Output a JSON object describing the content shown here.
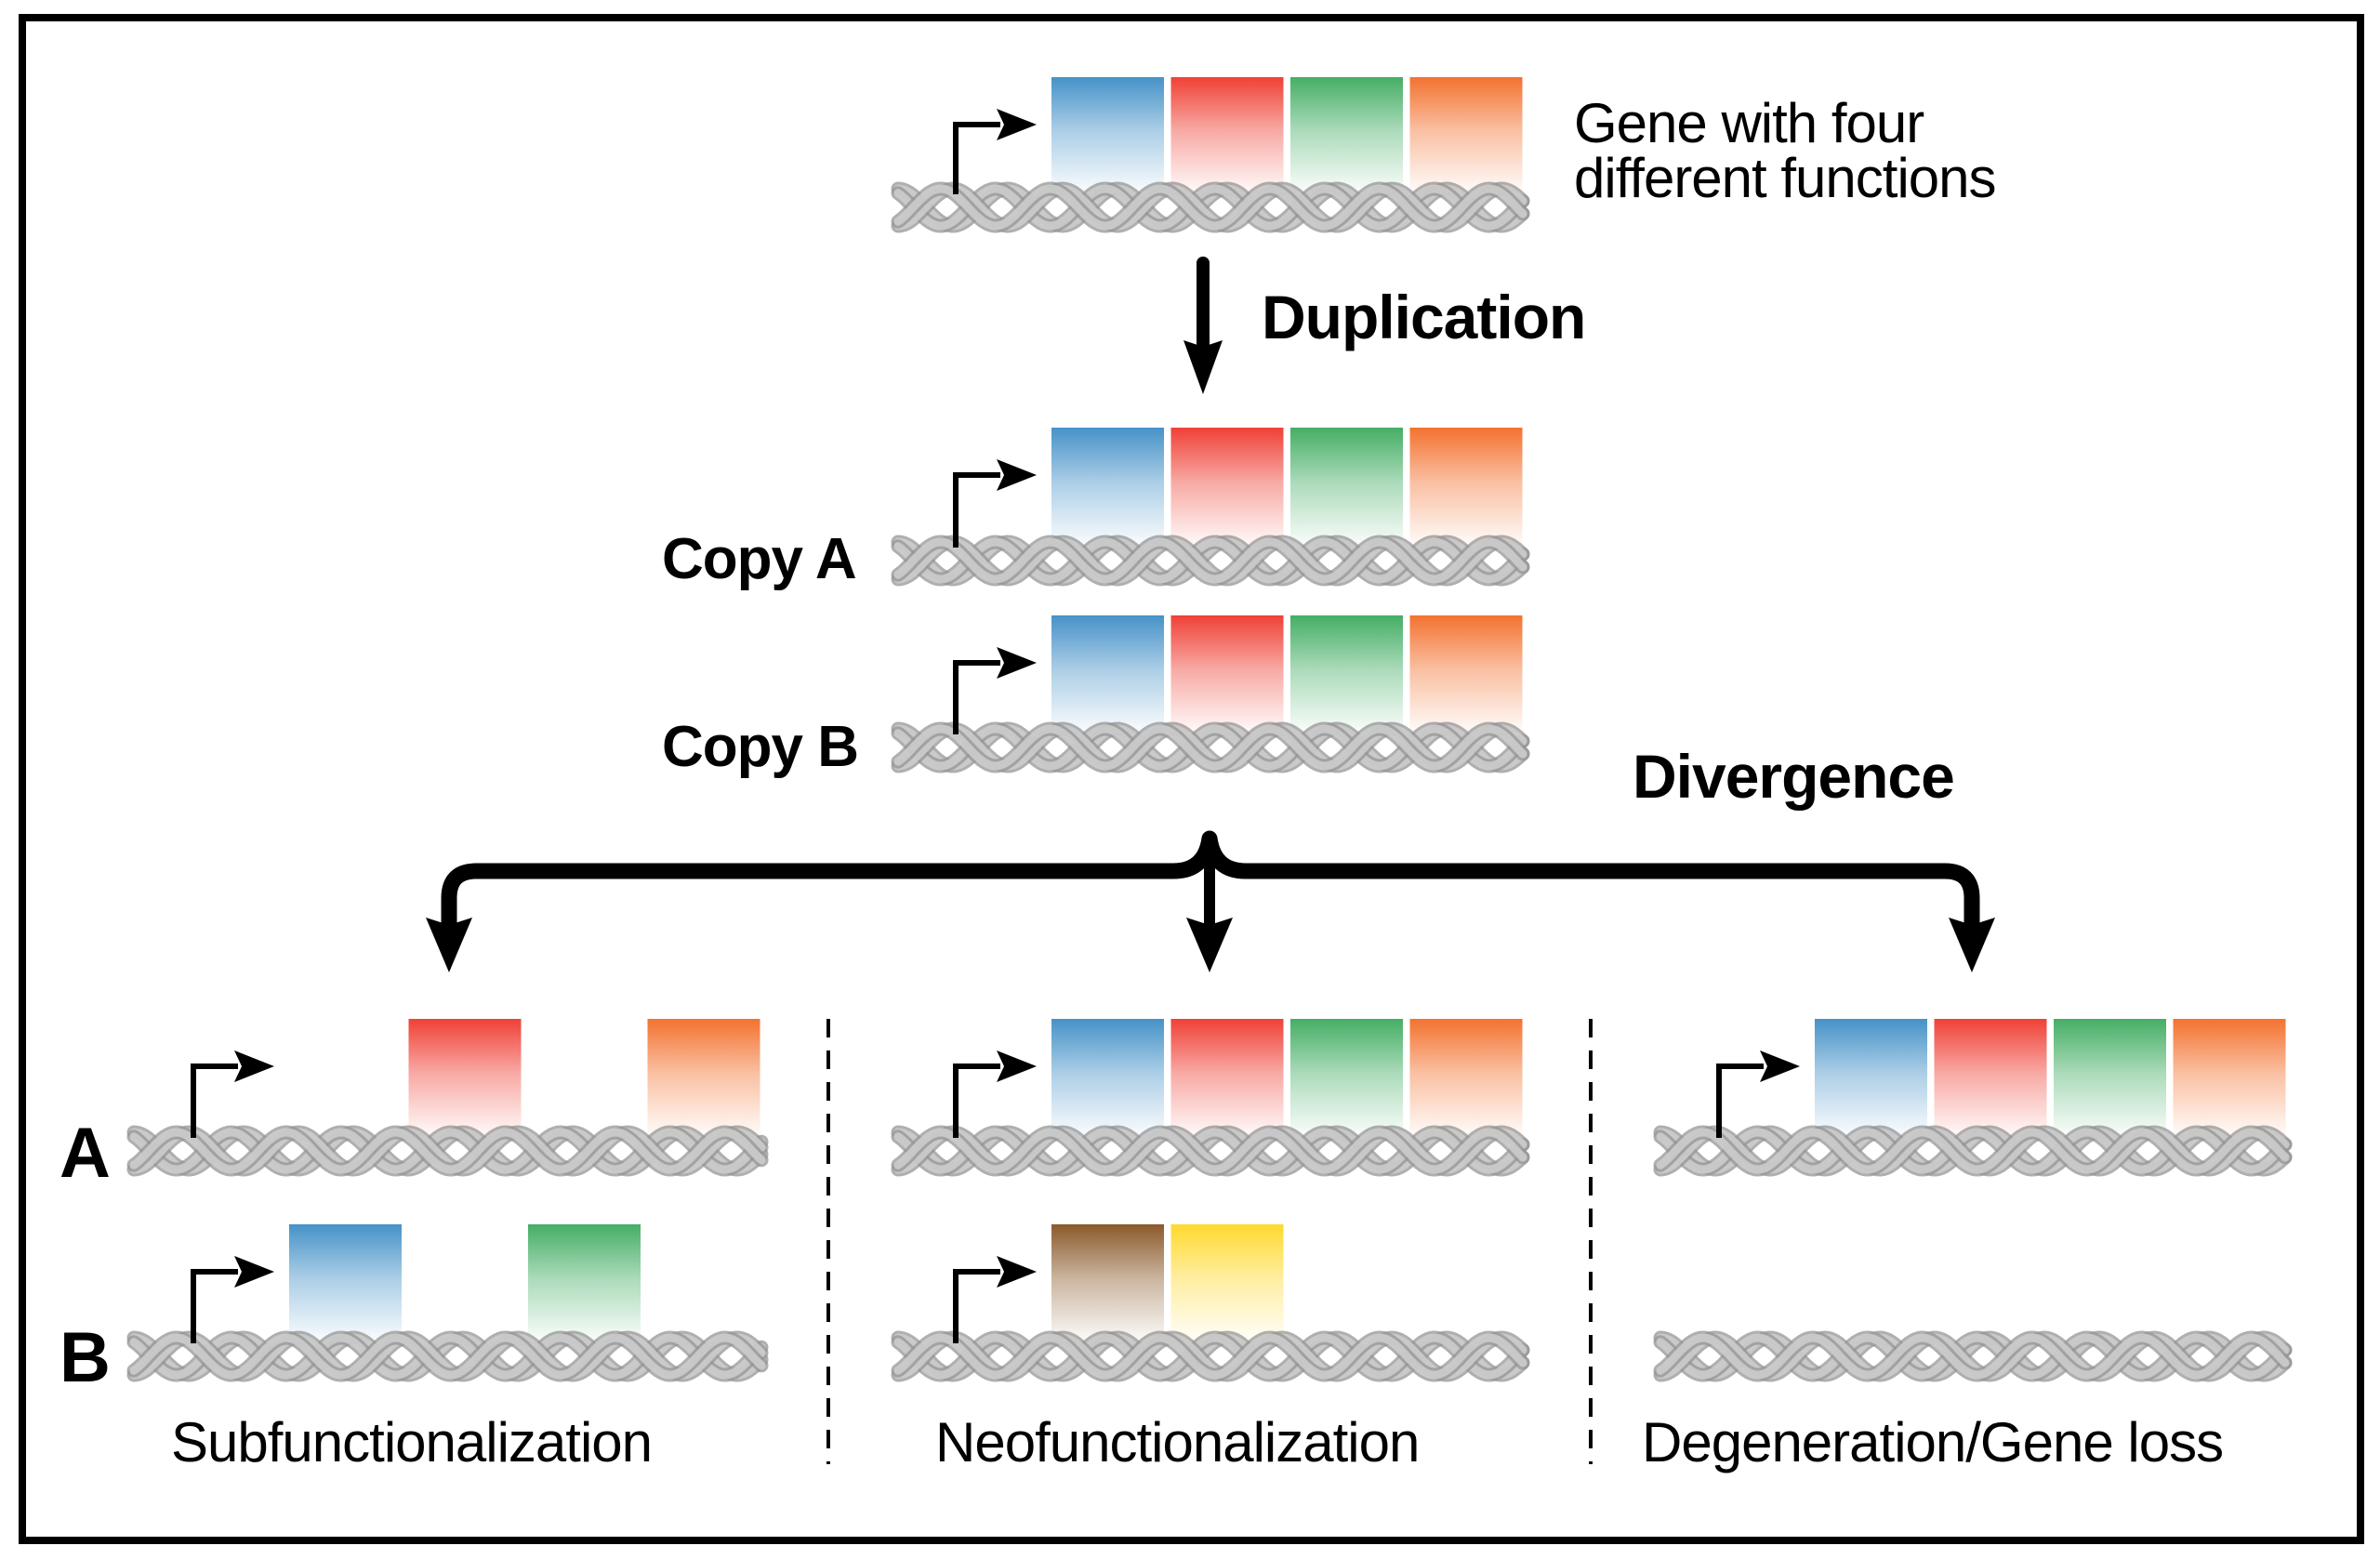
{
  "figure": {
    "top_gene_label_line1": "Gene with four",
    "top_gene_label_line2": "different functions",
    "duplication_label": "Duplication",
    "copy_a_label": "Copy A",
    "copy_b_label": "Copy B",
    "divergence_label": "Divergence",
    "row_a_label": "A",
    "row_b_label": "B",
    "outcomes": [
      {
        "name": "Subfunctionalization"
      },
      {
        "name": "Neofunctionalization"
      },
      {
        "name": "Degeneration/Gene loss"
      }
    ]
  },
  "colors": {
    "blue": "#4692C8",
    "red": "#EF4136",
    "green": "#45AE65",
    "orange": "#F37230",
    "brown": "#8B5A2B",
    "yellow": "#FFD92F",
    "helix_fill": "#c8c8c8",
    "helix_stroke": "#8a8a8a"
  },
  "genes": [
    {
      "id": "original-gene",
      "promoter": true,
      "domains": [
        "blue",
        "red",
        "green",
        "orange"
      ]
    },
    {
      "id": "copy-a",
      "promoter": true,
      "domains": [
        "blue",
        "red",
        "green",
        "orange"
      ]
    },
    {
      "id": "copy-b",
      "promoter": true,
      "domains": [
        "blue",
        "red",
        "green",
        "orange"
      ]
    },
    {
      "id": "subfunctionalization-a",
      "promoter": true,
      "domains": [
        null,
        "red",
        null,
        "orange"
      ]
    },
    {
      "id": "subfunctionalization-b",
      "promoter": true,
      "domains": [
        "blue",
        null,
        "green",
        null
      ]
    },
    {
      "id": "neofunctionalization-a",
      "promoter": true,
      "domains": [
        "blue",
        "red",
        "green",
        "orange"
      ]
    },
    {
      "id": "neofunctionalization-b",
      "promoter": true,
      "domains": [
        "brown",
        "yellow"
      ]
    },
    {
      "id": "degeneration-a",
      "promoter": true,
      "domains": [
        "blue",
        "red",
        "green",
        "orange"
      ]
    },
    {
      "id": "degeneration-b",
      "promoter": false,
      "domains": []
    }
  ]
}
